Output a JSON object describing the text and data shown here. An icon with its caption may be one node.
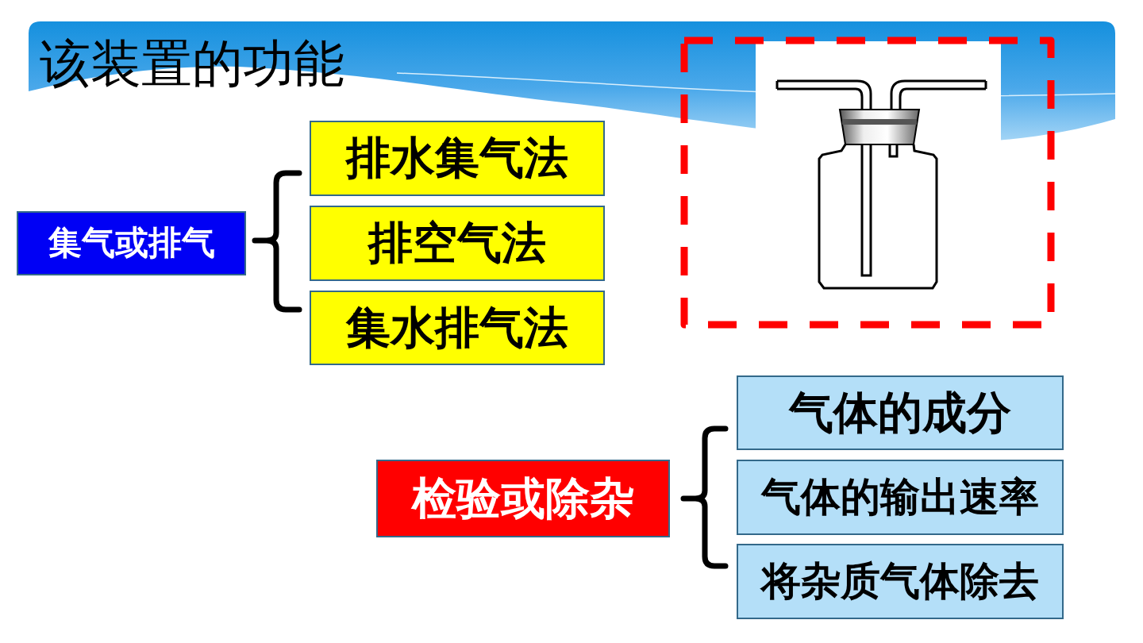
{
  "diagram": {
    "title": "该装置的功能",
    "nodes": [
      {
        "text": [
          "集气或排气"
        ]
      },
      {
        "text": [
          "排水集气法"
        ]
      },
      {
        "text": [
          "排空气法"
        ]
      },
      {
        "text": [
          "集水排气法"
        ]
      },
      {
        "text": [
          "检验或除杂"
        ]
      },
      {
        "text": [
          "气体的成分"
        ]
      },
      {
        "text": [
          "气体的输出速率"
        ]
      },
      {
        "text": [
          "将杂质气体除去"
        ]
      }
    ]
  }
}
